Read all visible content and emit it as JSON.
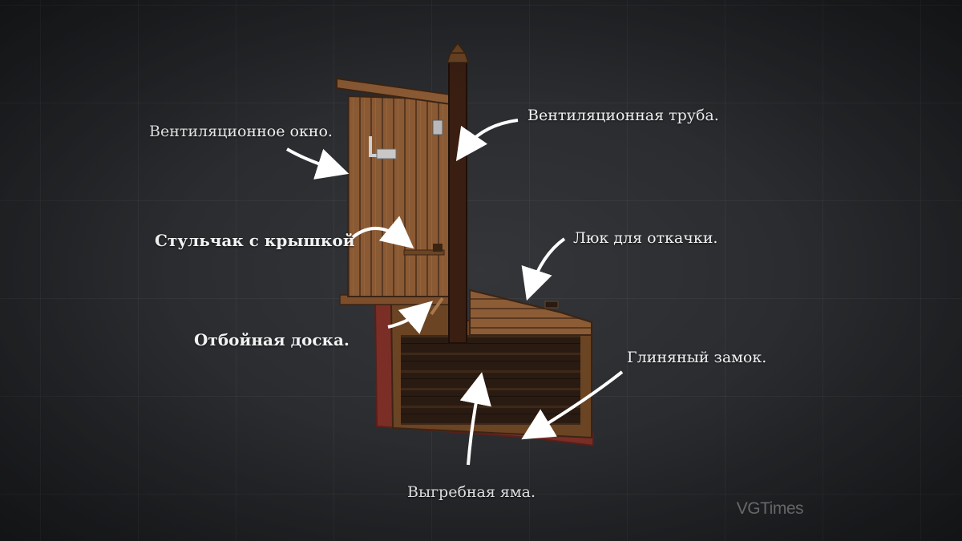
{
  "labels": {
    "vent_window": "Вентиляционное окно.",
    "vent_pipe": "Вентиляционная труба.",
    "seat_with_lid": "Стульчак с крышкой",
    "pump_hatch": "Люк для откачки.",
    "deflector_board": "Отбойная доска.",
    "clay_seal": "Глиняный замок.",
    "cesspit": "Выгребная яма."
  },
  "watermark": "VGTimes",
  "colors": {
    "background": "#2b2d30",
    "wood_light": "#8a5a34",
    "wood_dark": "#5a3820",
    "pit_dark": "#241810",
    "clay": "#7a2e26",
    "pipe": "#3a1e12",
    "label_text": "#f2f2f2"
  }
}
